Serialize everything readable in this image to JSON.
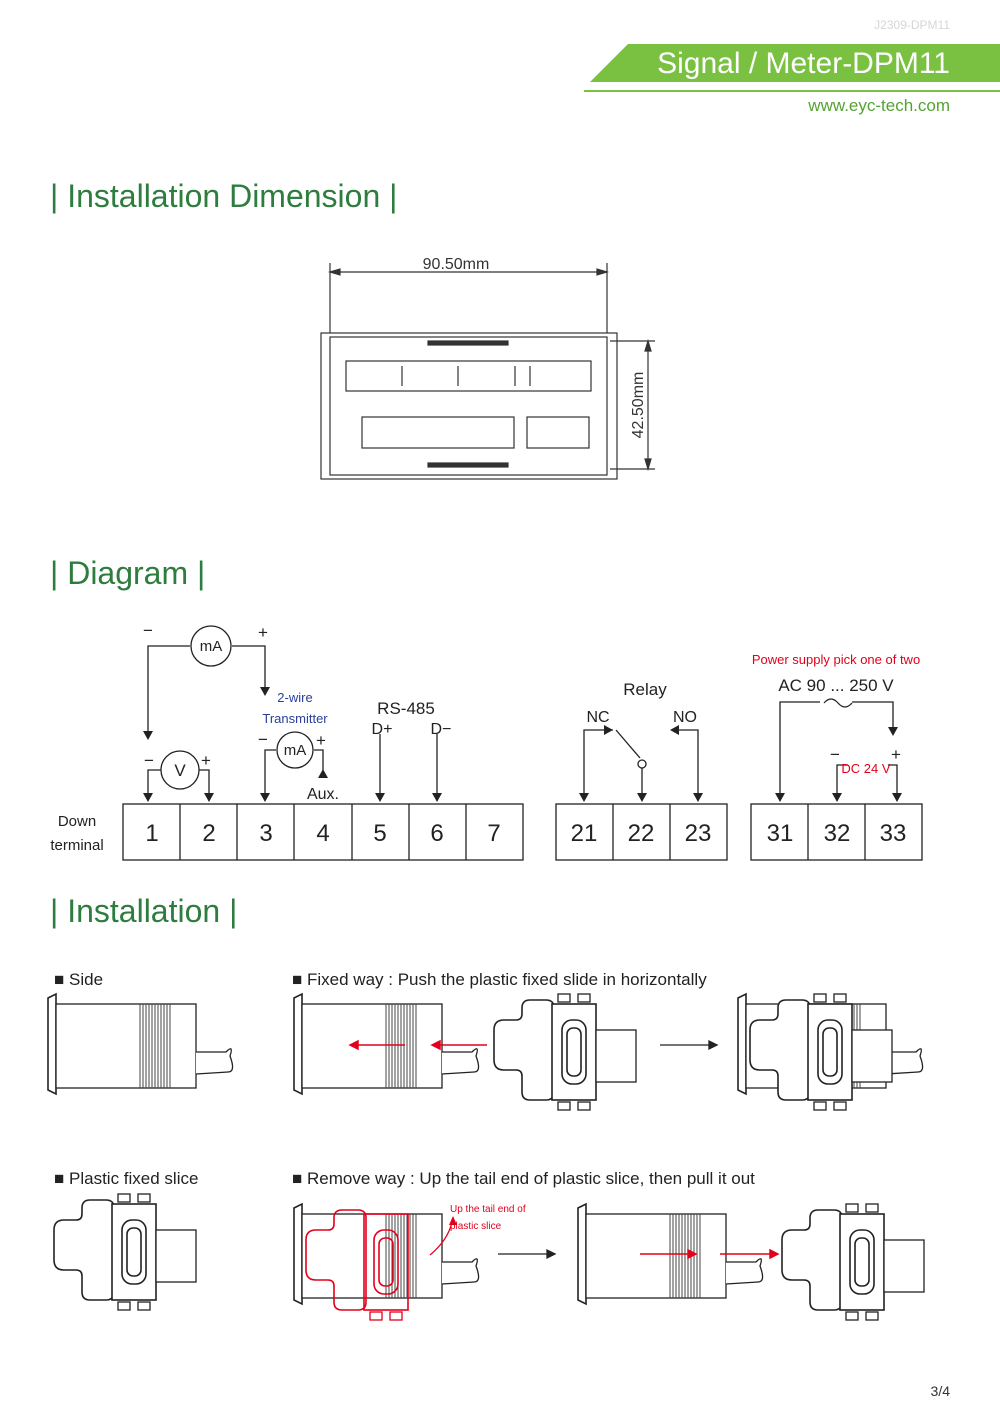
{
  "header": {
    "doc_code": "J2309-DPM11",
    "title": "Signal / Meter-DPM11",
    "website": "www.eyc-tech.com",
    "brand_color": "#7ac142"
  },
  "sections": {
    "installation_dimension": "| Installation Dimension |",
    "diagram": "| Diagram |",
    "installation": "| Installation |"
  },
  "dimension": {
    "width_label": "90.50mm",
    "height_label": "42.50mm"
  },
  "diagram": {
    "down_terminal": [
      "Down",
      "terminal"
    ],
    "terminals_group1": [
      "1",
      "2",
      "3",
      "4",
      "5",
      "6",
      "7"
    ],
    "terminals_group2": [
      "21",
      "22",
      "23"
    ],
    "terminals_group3": [
      "31",
      "32",
      "33"
    ],
    "ma_label": "mA",
    "v_label": "V",
    "minus": "−",
    "plus": "+",
    "two_wire": "2-wire",
    "transmitter": "Transmitter",
    "aux": "Aux.",
    "rs485": "RS-485",
    "d_plus": "D+",
    "d_minus": "D−",
    "relay": "Relay",
    "nc": "NC",
    "no": "NO",
    "power_note": "Power supply pick one of two",
    "ac_label": "AC 90 ... 250 V",
    "dc_label": "DC 24 V",
    "note_color": "#e3001b"
  },
  "installation": {
    "side": "Side",
    "fixed_way": "Fixed way : Push the plastic fixed slide in horizontally",
    "plastic_slice": "Plastic fixed slice",
    "remove_way": "Remove way : Up the tail end of plastic slice, then pull it out",
    "up_tail_note": [
      "Up the tail end of",
      "plastic slice"
    ]
  },
  "footer": {
    "page": "3/4"
  }
}
